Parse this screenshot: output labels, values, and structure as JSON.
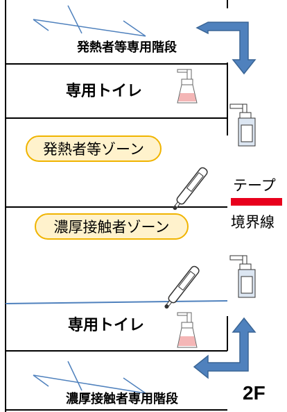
{
  "stairs": {
    "top_label": "発熱者等専用階段",
    "bottom_label": "濃厚接触者専用階段"
  },
  "rooms": {
    "toilet_top": "専用トイレ",
    "toilet_bottom": "専用トイレ"
  },
  "zones": {
    "fever_zone": "発熱者等ゾーン",
    "contact_zone": "濃厚接触者ゾーン"
  },
  "legend": {
    "tape_label": "テープ",
    "boundary_label": "境界線",
    "tape_color": "#e8001c"
  },
  "floor_label": "2F",
  "colors": {
    "arrow": "#4f81bd",
    "zone_fill": "#fff2cc",
    "zone_border": "#f0b400",
    "bottle_fill": "#dce6f2",
    "sanitizer_fill": "#f4b6b6"
  }
}
